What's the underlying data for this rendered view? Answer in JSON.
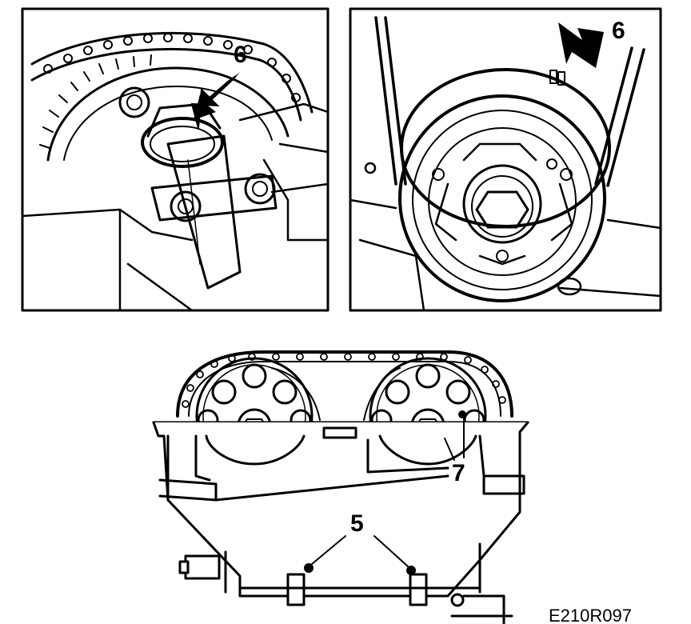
{
  "figure": {
    "code": "E210R097",
    "panels": [
      {
        "name": "camshaft-bearing-detail",
        "callout": "6"
      },
      {
        "name": "crankshaft-pulley-detail",
        "callout": "6"
      },
      {
        "name": "cylinder-head-front-view",
        "callouts": [
          "7",
          "5"
        ]
      }
    ]
  }
}
